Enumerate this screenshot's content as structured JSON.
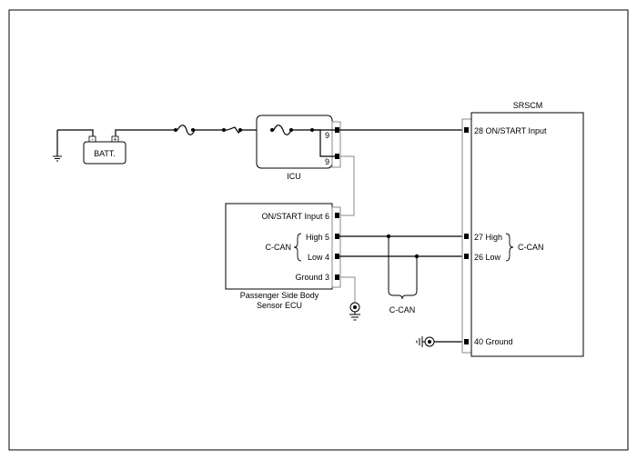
{
  "components": {
    "battery": {
      "label": "BATT.",
      "neg_symbol": "-",
      "pos_symbol": "+"
    },
    "icu": {
      "name": "ICU",
      "pin_in": "9",
      "pin_out": "9"
    },
    "ecu": {
      "name_line1": "Passenger Side Body",
      "name_line2": "Sensor ECU",
      "pins": {
        "on_start": "ON/START Input 6",
        "high": "High 5",
        "low": "Low 4",
        "ground": "Ground 3"
      },
      "bus_label": "C-CAN"
    },
    "srscm": {
      "name": "SRSCM",
      "pins": {
        "on_start": "28 ON/START Input",
        "high": "27 High",
        "low": "26 Low",
        "ground": "40 Ground"
      },
      "bus_label": "C-CAN"
    },
    "bus_bottom_label": "C-CAN"
  }
}
